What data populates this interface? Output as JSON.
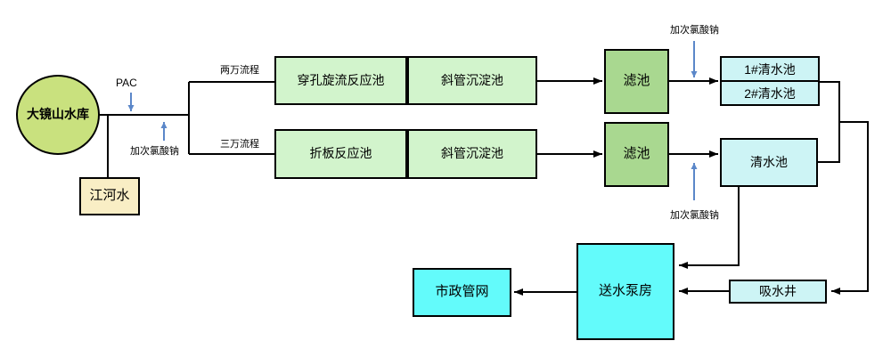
{
  "nodes": {
    "reservoir": "大镜山水库",
    "river": "江河水",
    "reaction_swirl": "穿孔旋流反应池",
    "sediment_top": "斜管沉淀池",
    "reaction_plate": "折板反应池",
    "sediment_bottom": "斜管沉淀池",
    "filter_top": "滤池",
    "filter_bottom": "滤池",
    "clearwell_1": "1#清水池",
    "clearwell_2": "2#清水池",
    "clearwell_main": "清水池",
    "suction_well": "吸水井",
    "pump_house": "送水泵房",
    "municipal_network": "市政管网"
  },
  "labels": {
    "pac": "PAC",
    "dosing_left": "加次氯酸钠",
    "dosing_top_right": "加次氯酸钠",
    "dosing_bottom_right": "加次氯酸钠",
    "flow_20k": "两万流程",
    "flow_30k": "三万流程"
  },
  "colors": {
    "line": "#000000",
    "dosing_arrow": "#5b87c9",
    "reservoir_fill": "#c9e17e",
    "river_fill": "#f9eec5",
    "process_fill": "#d2f4cc",
    "filter_fill": "#a9d890",
    "clearwell_fill": "#cdf4f5",
    "pump_fill": "#63fbfb"
  }
}
